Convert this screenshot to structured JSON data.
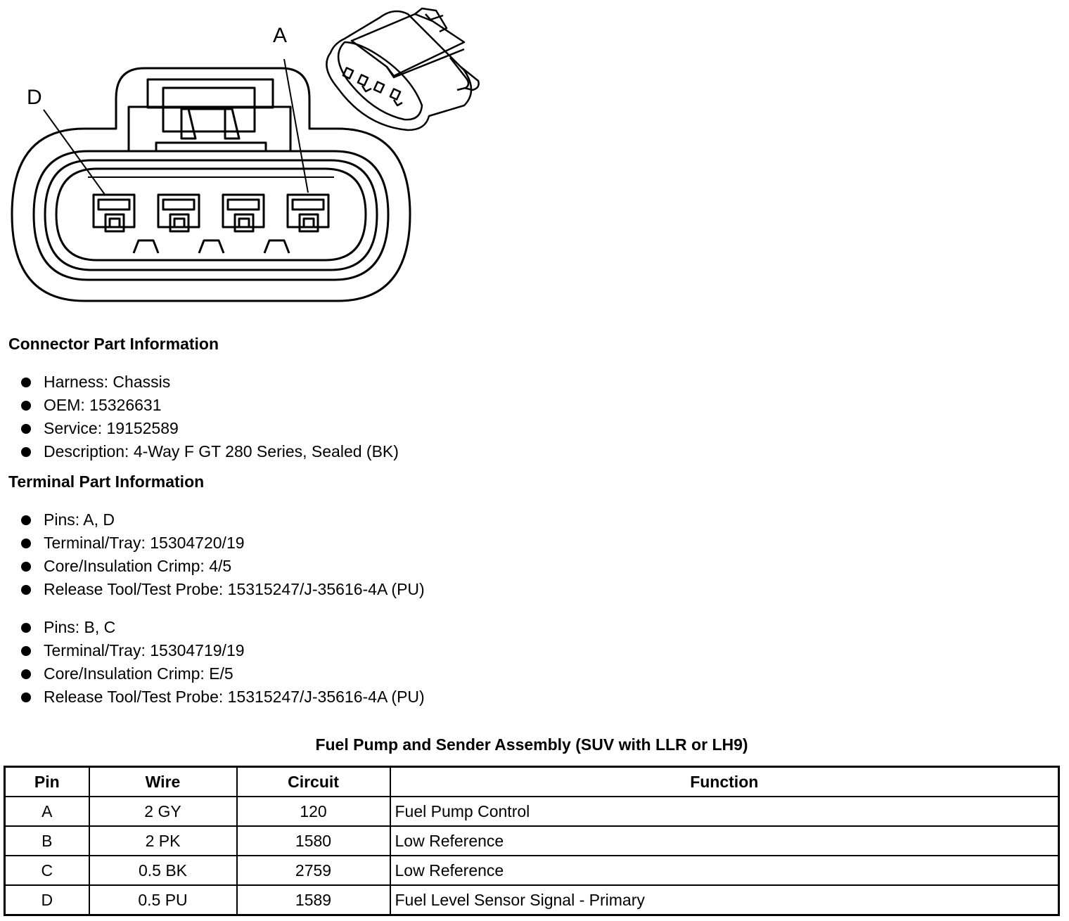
{
  "diagram": {
    "pin_labels": {
      "left": "D",
      "right": "A"
    }
  },
  "connector_info": {
    "title": "Connector Part Information",
    "items": [
      "Harness: Chassis",
      "OEM: 15326631",
      "Service: 19152589",
      "Description: 4-Way F GT 280 Series, Sealed (BK)"
    ]
  },
  "terminal_info": {
    "title": "Terminal Part Information",
    "groups": [
      [
        "Pins: A, D",
        "Terminal/Tray: 15304720/19",
        "Core/Insulation Crimp: 4/5",
        "Release Tool/Test Probe: 15315247/J-35616-4A (PU)"
      ],
      [
        "Pins: B, C",
        "Terminal/Tray: 15304719/19",
        "Core/Insulation Crimp: E/5",
        "Release Tool/Test Probe: 15315247/J-35616-4A (PU)"
      ]
    ]
  },
  "table": {
    "title": "Fuel Pump and Sender Assembly (SUV with LLR or LH9)",
    "headers": [
      "Pin",
      "Wire",
      "Circuit",
      "Function"
    ],
    "rows": [
      [
        "A",
        "2 GY",
        "120",
        "Fuel Pump Control"
      ],
      [
        "B",
        "2 PK",
        "1580",
        "Low Reference"
      ],
      [
        "C",
        "0.5 BK",
        "2759",
        "Low Reference"
      ],
      [
        "D",
        "0.5 PU",
        "1589",
        "Fuel Level Sensor Signal - Primary"
      ]
    ]
  }
}
